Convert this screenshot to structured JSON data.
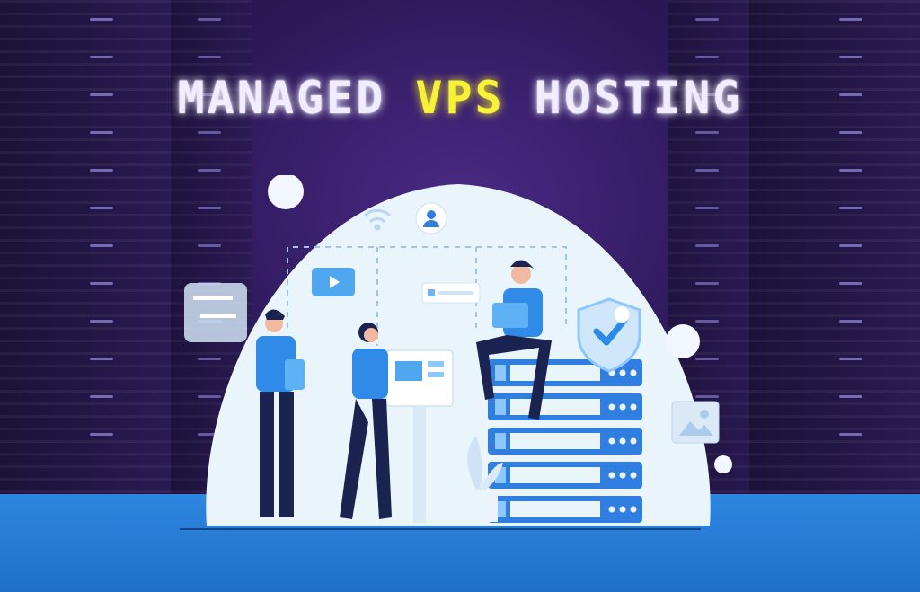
{
  "banner": {
    "title_part1": "MANAGED",
    "title_accent": "VPS",
    "title_part2": "HOSTING"
  },
  "colors": {
    "background": "#2b1856",
    "title": "#f1ecff",
    "accent": "#f7f238",
    "floor": "#2d86df",
    "server": "#2f7ee0",
    "shield_check": "#2a8ae8"
  },
  "illustration": {
    "icons": [
      "wifi-icon",
      "user-icon",
      "play-icon",
      "chat-bubble-icon",
      "shield-check-icon",
      "image-icon",
      "server-rack-icon",
      "laptop-icon",
      "tablet-icon",
      "chart-kiosk-icon"
    ]
  }
}
